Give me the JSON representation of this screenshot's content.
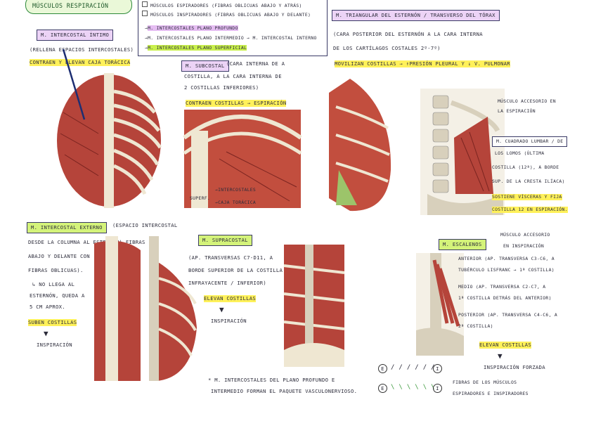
{
  "header": {
    "title": "MÚSCULOS RESPIRACIÓN",
    "legend": [
      "MÚSCULOS ESPIRADORES (FIBRAS OBLICUAS ABAJO Y ATRÁS)",
      "MÚSCULOS INSPIRADORES (FIBRAS OBLICUAS ABAJO Y DELANTE)"
    ],
    "planes": [
      "M. INTERCOSTALES PLANO PROFUNDO",
      "M. INTERCOSTALES PLANO INTERMEDIO → M. INTERCOSTAL INTERNO",
      "M. INTERCOSTALES PLANO SUPERFICIAL"
    ]
  },
  "intimo": {
    "title": "M. INTERCOSTAL ÍNTIMO",
    "desc": "(RELLENA ESPACIOS INTERCOSTALES)",
    "action": "CONTRAEN Y ELEVAN CAJA TORÁCICA"
  },
  "subcostal": {
    "title": "M. SUBCOSTAL",
    "desc": [
      "(CARA INTERNA DE A",
      "COSTILLA, A LA CARA INTERNA DE",
      "2 COSTILLAS INFERIORES)"
    ],
    "action": "CONTRAEN COSTILLAS → ESPIRACIÓN",
    "labels": [
      "INTERCOSTALES",
      "CAJA TORÁCICA"
    ],
    "side": "SUPERF."
  },
  "triangular": {
    "title": "M. TRIANGULAR DEL ESTERNÓN / TRANSVERSO DEL TÓRAX",
    "desc": [
      "(CARA POSTERIOR DEL ESTERNÓN A LA CARA INTERNA",
      "DE LOS CARTÍLAGOS COSTALES 2º-7º)"
    ],
    "action": "MOVILIZAN COSTILLAS → ↑PRESIÓN PLEURAL Y ↓ V. PULMONAR"
  },
  "cuadrado": {
    "note": [
      "MÚSCULO ACCESORIO EN",
      "LA ESPIRACIÓN"
    ],
    "title": "M. CUADRADO LUMBAR / DE",
    "desc": [
      "LOS LOMOS (ÚLTIMA",
      "COSTILLA (12ª), A BORDE",
      "SUP. DE LA CRESTA ILÍACA)"
    ],
    "action": [
      "SOSTIENE VÍSCERAS Y FIJA",
      "COSTILLA 12 EN ESPIRACIÓN."
    ]
  },
  "externo": {
    "title": "M. INTERCOSTAL EXTERNO",
    "desc": [
      "(ESPACIO INTERCOSTAL",
      "DESDE LA COLUMNA AL ESTERNÓN) FIBRAS",
      "ABAJO Y DELANTE CON",
      "FIBRAS OBLICUAS)."
    ],
    "note": [
      "↳ NO LLEGA AL",
      "ESTERNÓN, QUEDA A",
      "5 CM APROX."
    ],
    "action": "SUBEN COSTILLAS",
    "result": "INSPIRACIÓN"
  },
  "supracostal": {
    "title": "M. SUPRACOSTAL",
    "desc": [
      "(AP. TRANSVERSAS C7-D11, A",
      "BORDE SUPERIOR DE LA COSTILLA",
      "INFRAYACENTE / INFERIOR)"
    ],
    "action": "ELEVAN COSTILLAS",
    "result": "INSPIRACIÓN"
  },
  "escalenos": {
    "note": [
      "MÚSCULO ACCESORIO",
      "EN INSPIRACIÓN"
    ],
    "title": "M. ESCALENOS",
    "items": [
      "ANTERIOR (AP. TRANSVERSA C3-C6, A",
      "TUBÉRCULO LISFRANC → 1ª COSTILLA)",
      "MEDIO (AP. TRANSVERSA C2-C7, A",
      "1ª COSTILLA DETRÁS DEL ANTERIOR)",
      "POSTERIOR (AP. TRANSVERSA C4-C6, A",
      "2ª COSTILLA)"
    ],
    "action": "ELEVAN COSTILLAS",
    "result": "INSPIRACIÓN FORZADA"
  },
  "footer": {
    "note": [
      "* M. INTERCOSTALES DEL PLANO PROFUNDO E",
      "INTERMEDIO FORMAN EL PAQUETE VASCULONERVIOSO."
    ],
    "key_e": "E",
    "key_i": "I",
    "key_text": [
      "FIBRAS DE LOS MÚSCULOS",
      "ESPIRADORES E INSPIRADORES"
    ]
  },
  "colors": {
    "green_highlight": "#c9f04c",
    "yellow_highlight": "#fff15a",
    "purple_highlight": "#e5bdf2",
    "muscle": "#b5443a",
    "bone": "#efe7d2"
  }
}
